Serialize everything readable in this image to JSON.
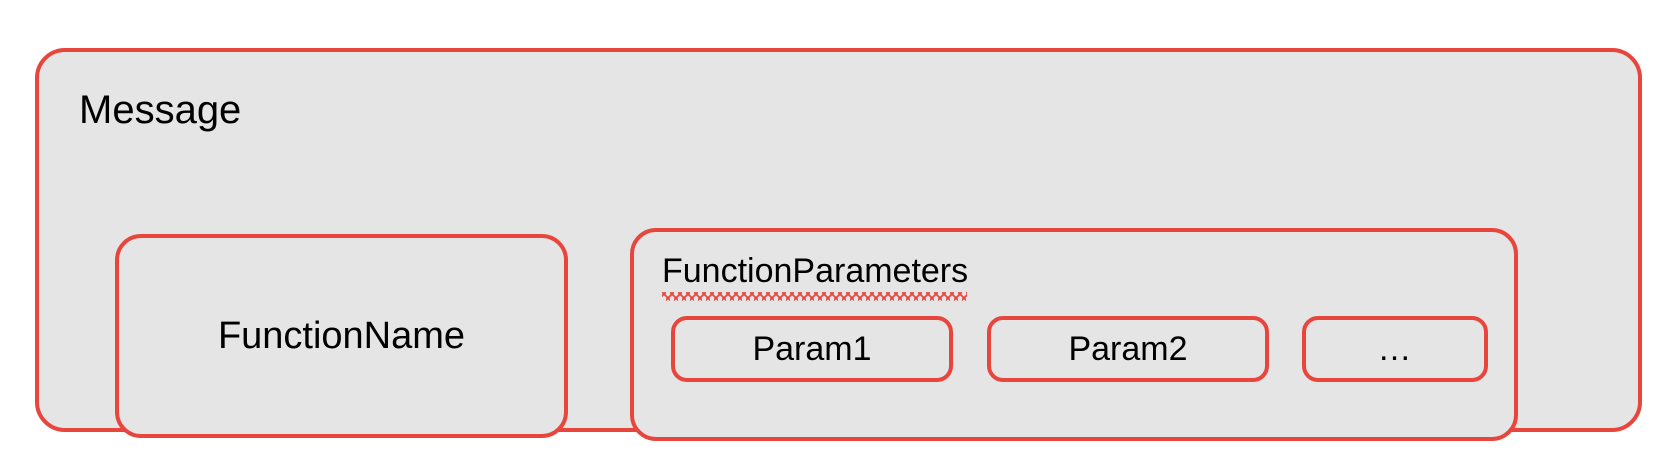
{
  "diagram": {
    "title": "Message",
    "colors": {
      "border": "#e8453c",
      "fill": "#e5e5e5",
      "text": "#000000",
      "canvas": "#ffffff",
      "spellcheck_underline": "#e8453c"
    },
    "message": {
      "label": "Message",
      "children": {
        "function_name": {
          "label": "FunctionName"
        },
        "function_parameters": {
          "label": "FunctionParameters",
          "misspelled": true,
          "params": [
            {
              "label": "Param1"
            },
            {
              "label": "Param2"
            },
            {
              "label": "…"
            }
          ]
        }
      }
    }
  }
}
